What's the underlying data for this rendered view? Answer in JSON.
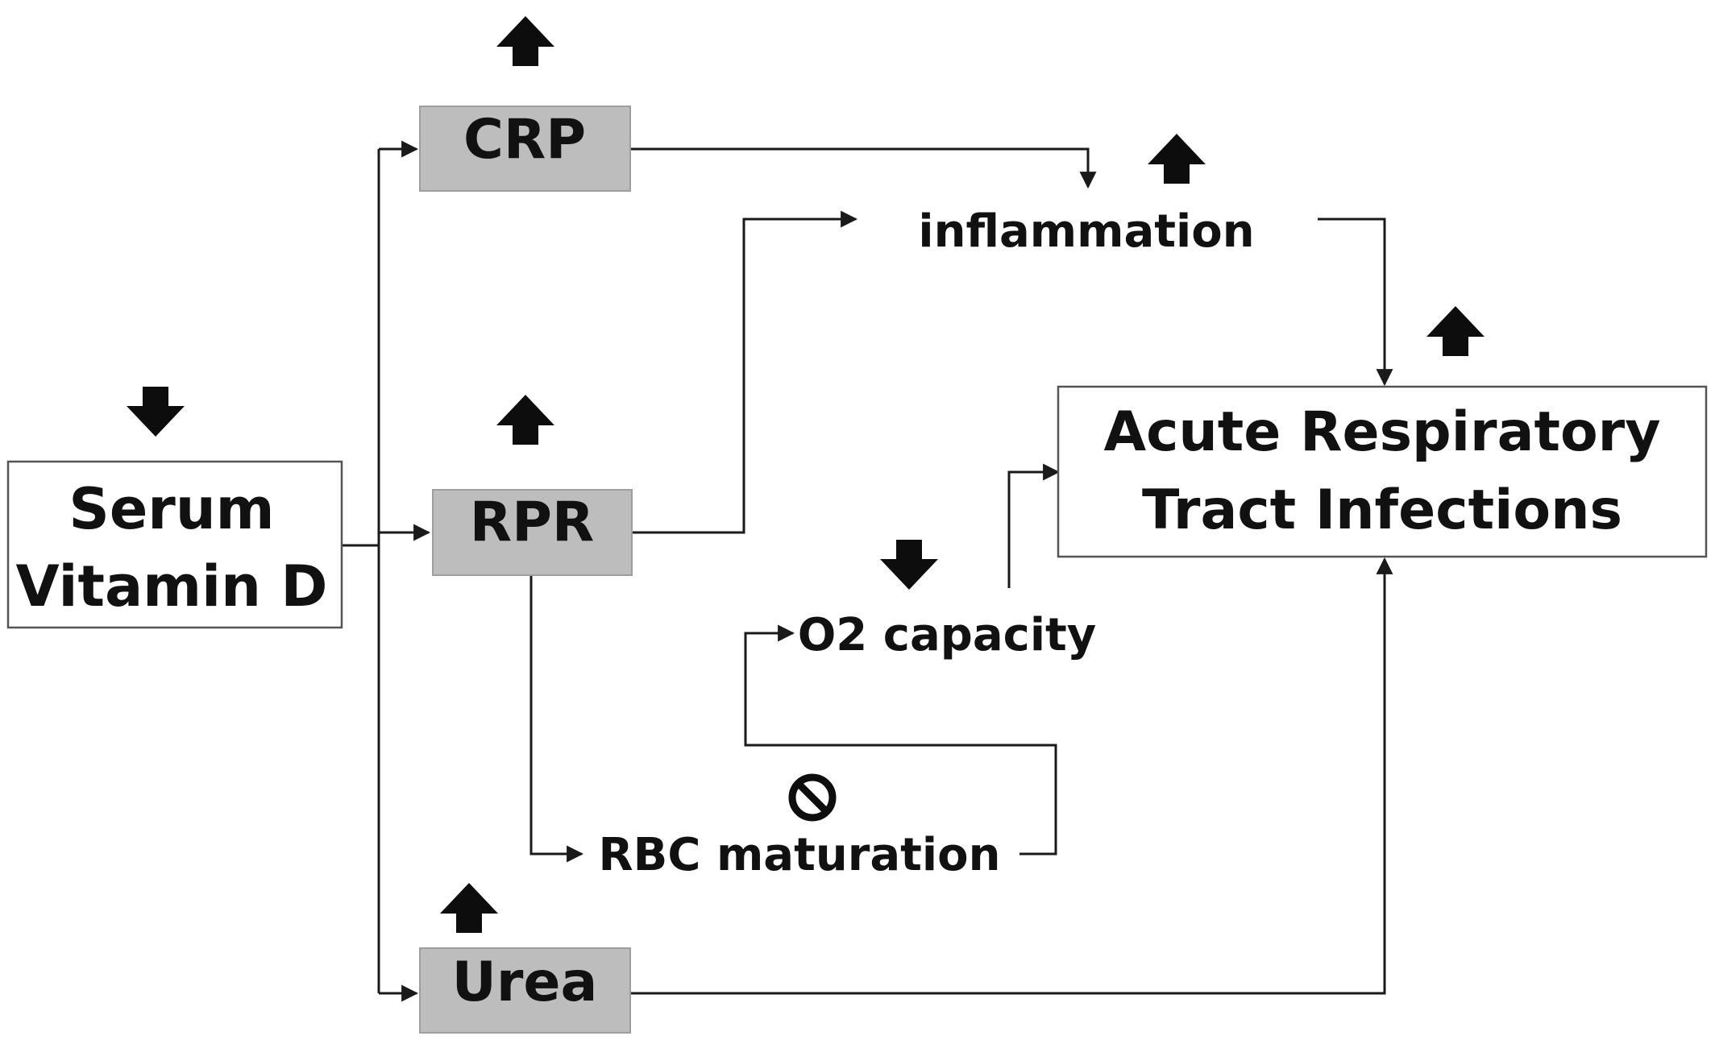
{
  "nodes": {
    "serum_vitamin_d": {
      "line1": "Serum",
      "line2": "Vitamin D"
    },
    "crp": {
      "label": "CRP"
    },
    "rpr": {
      "label": "RPR"
    },
    "urea": {
      "label": "Urea"
    },
    "inflammation": {
      "label": "inflammation"
    },
    "o2_capacity": {
      "label": "O2 capacity"
    },
    "rbc_maturation": {
      "label": "RBC maturation"
    },
    "arti": {
      "line1": "Acute Respiratory",
      "line2": "Tract Infections"
    }
  },
  "indicators": {
    "serum_vitamin_d": "decrease",
    "crp": "increase",
    "rpr": "increase",
    "urea": "increase",
    "inflammation": "increase",
    "o2_capacity": "decrease",
    "rbc_maturation": "inhibited",
    "arti": "increase"
  },
  "icons": {
    "increase": "up-arrow-icon",
    "decrease": "down-arrow-icon",
    "inhibited": "prohibited-icon"
  },
  "colors": {
    "grey_box": "#bdbdbd",
    "line": "#1a1a1a",
    "arrow": "#0d0d0d"
  }
}
